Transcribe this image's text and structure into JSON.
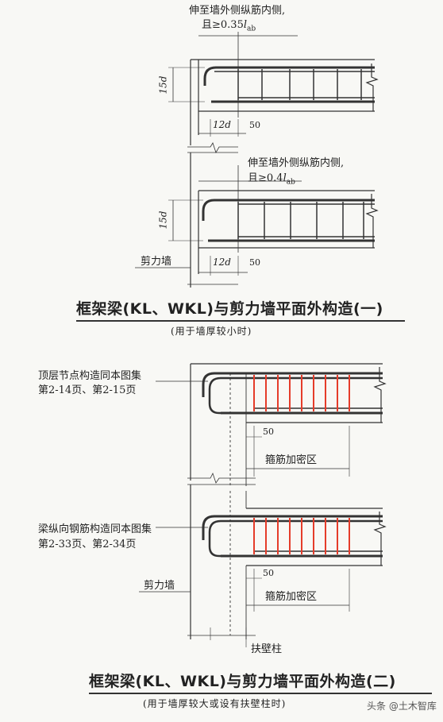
{
  "figure1": {
    "note_top_line1": "伸至墙外侧纵筋内侧,",
    "note_top_line2": "且≥0.35",
    "note_top_l": "l",
    "note_top_sub": "ab",
    "dim_15d_top": "15d",
    "dim_12d_top": "12d",
    "dim_50_top": "50",
    "note_mid_line1": "伸至墙外侧纵筋内侧,",
    "note_mid_line2": "且≥0.4",
    "note_mid_l": "l",
    "note_mid_sub": "ab",
    "dim_15d_bottom": "15d",
    "dim_12d_bottom": "12d",
    "dim_50_bottom": "50",
    "label_shear_wall": "剪力墙",
    "caption": "框架梁(KL、WKL)与剪力墙平面外构造(一)",
    "subcaption": "(用于墙厚较小时)"
  },
  "figure2": {
    "note_top_line1": "顶层节点构造同本图集",
    "note_top_line2": "第2-14页、第2-15页",
    "dim_50_top": "50",
    "label_dense_top": "箍筋加密区",
    "note_mid_line1": "梁纵向钢筋构造同本图集",
    "note_mid_line2": "第2-33页、第2-34页",
    "dim_50_bottom": "50",
    "label_dense_bottom": "箍筋加密区",
    "label_shear_wall": "剪力墙",
    "label_pilaster": "扶壁柱",
    "caption": "框架梁(KL、WKL)与剪力墙平面外构造(二)",
    "subcaption": "(用于墙厚较大或设有扶壁柱时)"
  },
  "watermark": {
    "text": "头条 @土木智库"
  },
  "colors": {
    "stirrup_highlight": "#e53c2a",
    "line": "#333333"
  }
}
